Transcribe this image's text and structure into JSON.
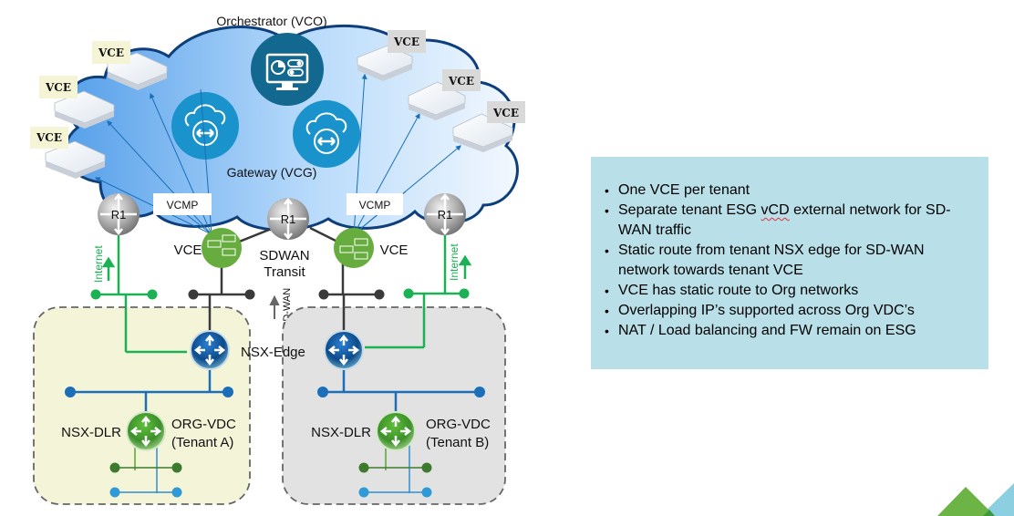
{
  "diagram": {
    "orchestrator_label": "Orchestrator (VCO)",
    "gateway_label": "Gateway (VCG)",
    "vce_tags": [
      "VCE",
      "VCE",
      "VCE",
      "VCE",
      "VCE",
      "VCE"
    ],
    "vcmp_labels": [
      "VCMP",
      "VCMP"
    ],
    "router_labels": [
      "R1",
      "R1",
      "R1"
    ],
    "vce_labels": [
      "VCE",
      "VCE"
    ],
    "sdwan_transit_label": [
      "SDWAN",
      "Transit"
    ],
    "internet_labels": [
      "Internet",
      "Internet"
    ],
    "sdwan_vertical_label": "SD-WAN",
    "nsx_edge_label": "NSX-Edge",
    "tenant_a": {
      "dlr_label": "NSX-DLR",
      "org_label": [
        "ORG-VDC",
        "(Tenant A)"
      ]
    },
    "tenant_b": {
      "dlr_label": "NSX-DLR",
      "org_label": [
        "ORG-VDC",
        "(Tenant B)"
      ]
    }
  },
  "notes": {
    "bullets": [
      {
        "text": "One VCE per tenant"
      },
      {
        "pre": "Separate tenant ESG ",
        "flagged": "vCD",
        "post": " external network for SD-WAN traffic"
      },
      {
        "text": "Static route from tenant NSX edge for SD-WAN network towards tenant VCE"
      },
      {
        "text": "VCE has static route to Org networks"
      },
      {
        "text": "Overlapping IP’s supported across Org VDC’s"
      },
      {
        "text": "NAT / Load balancing and FW remain on ESG"
      }
    ]
  },
  "colors": {
    "cloud_left": "#5aa4ec",
    "cloud_right": "#eaf4fd",
    "cloud_outline": "#0e3f7a",
    "vco_circle": "#12688f",
    "vcg_circle": "#1a93cc",
    "vce_green": "#67ac3f",
    "internet_green": "#1db155",
    "transit_dark": "#3a3a3a",
    "org_blue": "#1a6fb8",
    "tenant_a_bg": "#f4f4d8",
    "tenant_b_bg": "#e2e2e2",
    "notes_bg": "#b9dfe8",
    "vce_tag_bg_left": "#f5f5d6",
    "vce_tag_bg_right": "#d9d9d9"
  }
}
